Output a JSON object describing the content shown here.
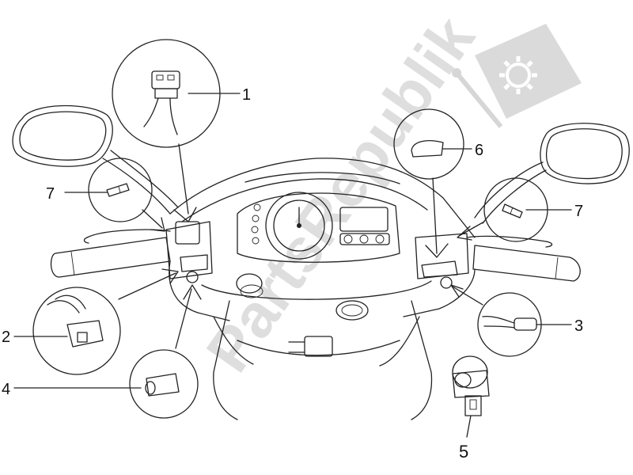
{
  "diagram": {
    "watermark_text": "PartsRepublik",
    "callouts": [
      {
        "id": "1",
        "label": "1"
      },
      {
        "id": "2",
        "label": "2"
      },
      {
        "id": "3",
        "label": "3"
      },
      {
        "id": "4",
        "label": "4"
      },
      {
        "id": "5",
        "label": "5"
      },
      {
        "id": "6",
        "label": "6"
      },
      {
        "id": "7a",
        "label": "7"
      },
      {
        "id": "7b",
        "label": "7"
      }
    ],
    "colors": {
      "line": "#222222",
      "watermark": "#d6d6d6",
      "background": "#ffffff"
    }
  }
}
